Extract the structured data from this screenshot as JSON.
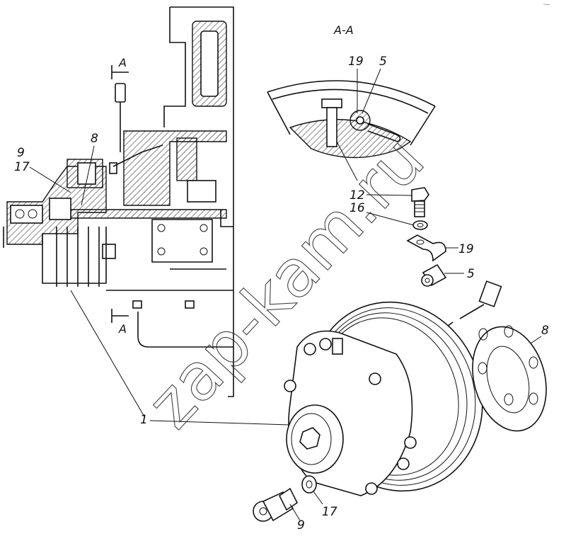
{
  "diagram": {
    "title": "Fan clutch assembly (exploded view)",
    "section_title": "A-A",
    "section_marks": [
      "A",
      "A"
    ],
    "watermark": "zap-kam.ru",
    "corner_mark": "-—",
    "callouts": [
      {
        "id": "9",
        "label": "9",
        "part": "cap-screw"
      },
      {
        "id": "17",
        "label": "17",
        "part": "lock-washer"
      },
      {
        "id": "8",
        "label": "8",
        "part": "gasket"
      },
      {
        "id": "1",
        "label": "1",
        "part": "fan-clutch"
      },
      {
        "id": "19",
        "label": "19",
        "part": "clamp"
      },
      {
        "id": "5",
        "label": "5",
        "part": "bushing"
      },
      {
        "id": "12",
        "label": "12",
        "part": "bolt"
      },
      {
        "id": "16",
        "label": "16",
        "part": "washer"
      }
    ],
    "labels": {
      "left_9": "9",
      "left_17": "17",
      "left_8": "8",
      "left_1": "1",
      "sec_19": "19",
      "sec_5": "5",
      "r_12": "12",
      "r_16": "16",
      "r_19": "19",
      "r_5": "5",
      "r_8": "8",
      "b_9": "9",
      "b_17": "17"
    }
  }
}
